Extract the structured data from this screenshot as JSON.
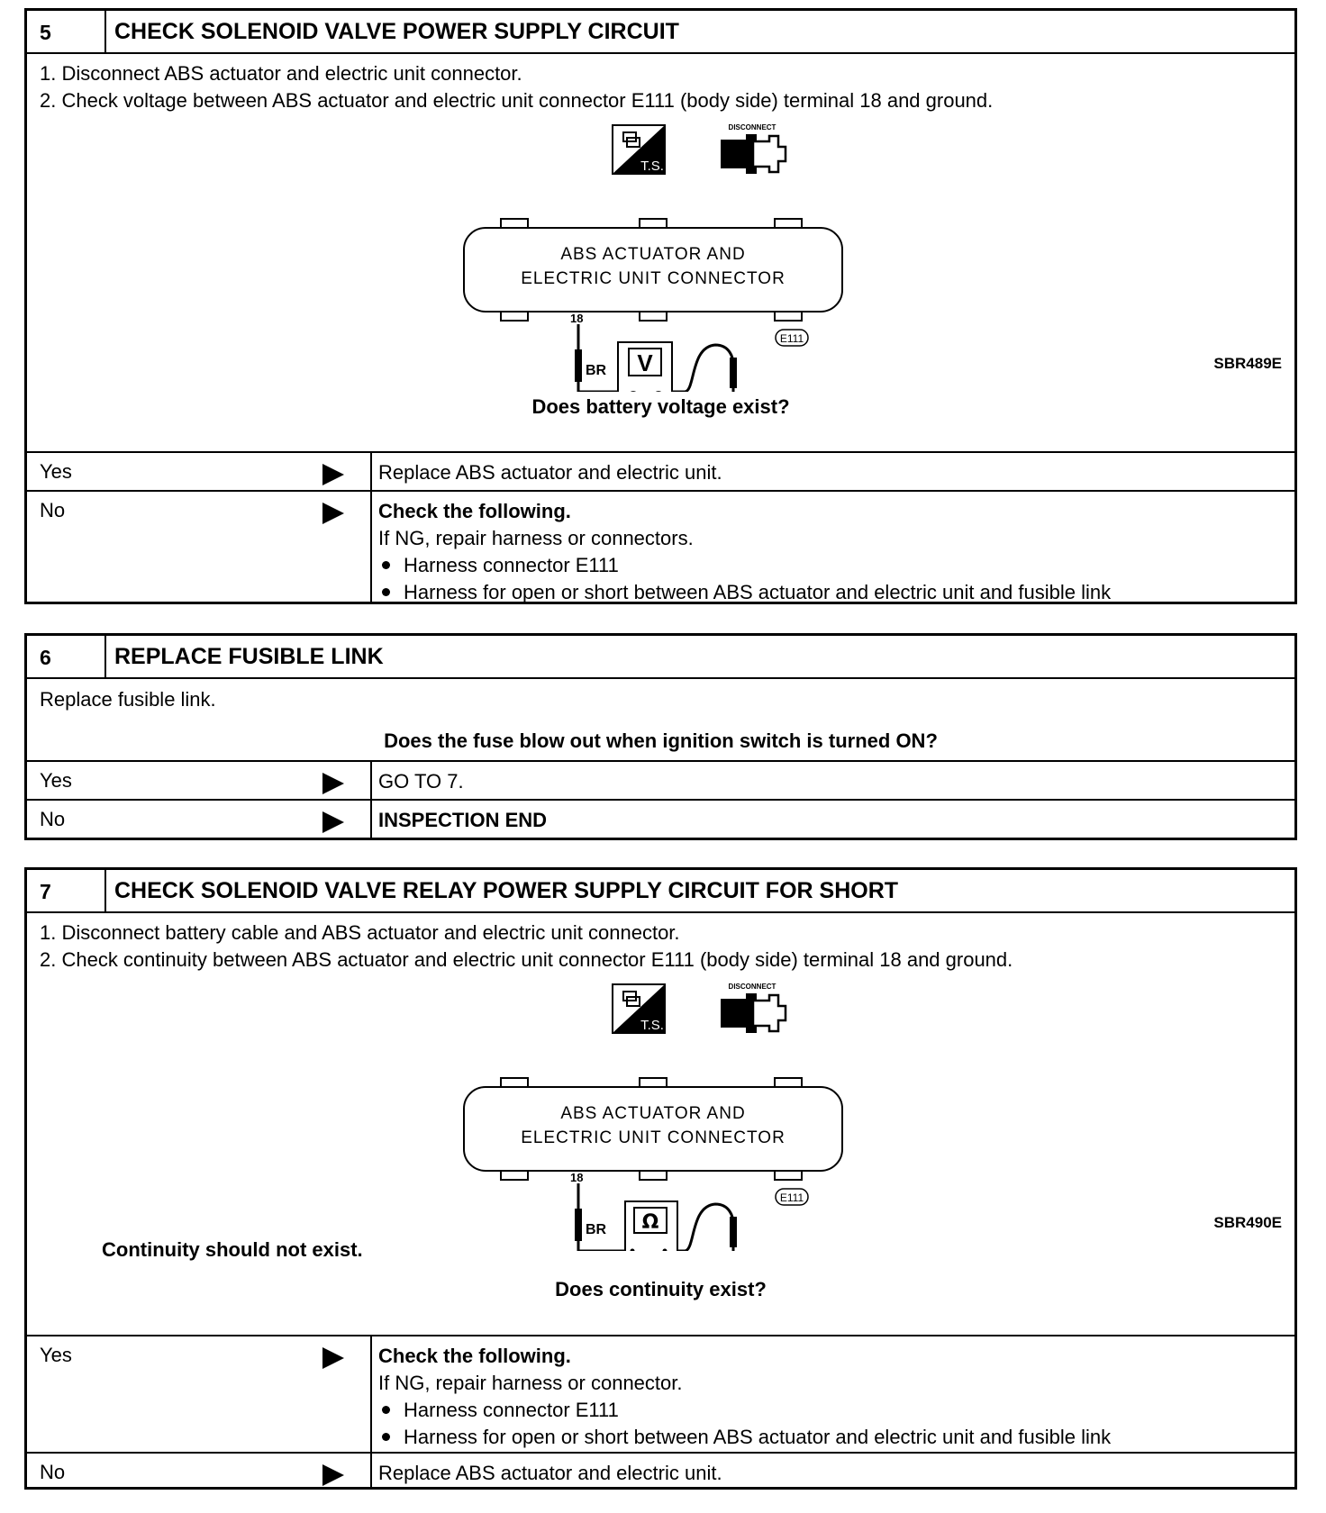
{
  "b5": {
    "num": "5",
    "title": "CHECK SOLENOID VALVE POWER SUPPLY CIRCUIT",
    "steps": [
      "1.  Disconnect ABS actuator and electric unit connector.",
      "2.  Check voltage between ABS actuator and electric unit connector E111 (body side) terminal 18 and ground."
    ],
    "fig": {
      "line1": "ABS ACTUATOR AND",
      "line2": "ELECTRIC UNIT CONNECTOR",
      "terminal": "18",
      "conn": "E111",
      "wire": "BR",
      "meter": "V",
      "plus": "⊕",
      "minus": "⊖",
      "ts": "T.S.",
      "disc": "DISCONNECT",
      "id": "SBR489E"
    },
    "question": "Does battery voltage exist?",
    "yes": {
      "label": "Yes",
      "text": "Replace ABS actuator and electric unit."
    },
    "no": {
      "label": "No",
      "head": "Check the following.",
      "sub": "If NG, repair harness or connectors.",
      "bullets": [
        "Harness connector E111",
        "Harness for open or short between ABS actuator and electric unit and fusible link"
      ]
    }
  },
  "b6": {
    "num": "6",
    "title": "REPLACE FUSIBLE LINK",
    "step": "Replace fusible link.",
    "question": "Does the fuse blow out when ignition switch is turned ON?",
    "yes": {
      "label": "Yes",
      "text": "GO TO 7."
    },
    "no": {
      "label": "No",
      "text": "INSPECTION END"
    }
  },
  "b7": {
    "num": "7",
    "title": "CHECK SOLENOID VALVE RELAY POWER SUPPLY CIRCUIT FOR SHORT",
    "steps": [
      "1.  Disconnect battery cable and ABS actuator and electric unit connector.",
      "2.  Check continuity between ABS actuator and electric unit connector E111 (body side) terminal 18 and ground."
    ],
    "fig": {
      "line1": "ABS ACTUATOR AND",
      "line2": "ELECTRIC UNIT CONNECTOR",
      "terminal": "18",
      "conn": "E111",
      "wire": "BR",
      "meter": "Ω",
      "ts": "T.S.",
      "disc": "DISCONNECT",
      "id": "SBR490E"
    },
    "note": "Continuity should not exist.",
    "question": "Does continuity exist?",
    "yes": {
      "label": "Yes",
      "head": "Check the following.",
      "sub": "If NG, repair harness or connector.",
      "bullets": [
        "Harness connector E111",
        "Harness for open or short between ABS actuator and electric unit and fusible link"
      ]
    },
    "no": {
      "label": "No",
      "text": "Replace ABS actuator and electric unit."
    }
  }
}
